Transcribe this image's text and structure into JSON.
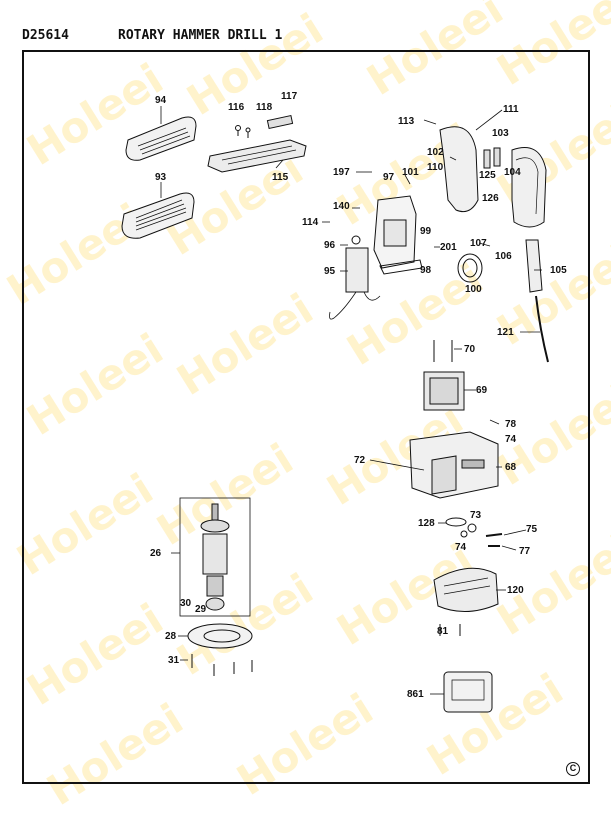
{
  "header": {
    "model": "D25614",
    "title": "ROTARY HAMMER DRILL 1"
  },
  "watermark": "Holeei",
  "copyright": "C",
  "colors": {
    "ink": "#111111",
    "watermark": "#fff1c4"
  },
  "parts": {
    "p94": "94",
    "p93": "93",
    "p116": "116",
    "p118": "118",
    "p117": "117",
    "p115": "115",
    "p113": "113",
    "p111": "111",
    "p103": "103",
    "p102": "102",
    "p110": "110",
    "p101": "101",
    "p125": "125",
    "p104": "104",
    "p126": "126",
    "p197": "197",
    "p97": "97",
    "p140": "140",
    "p114": "114",
    "p99": "99",
    "p96": "96",
    "p201": "201",
    "p107": "107",
    "p106": "106",
    "p95": "95",
    "p98": "98",
    "p100": "100",
    "p105": "105",
    "p121": "121",
    "p70": "70",
    "p69": "69",
    "p78": "78",
    "p74a": "74",
    "p72": "72",
    "p68": "68",
    "p26": "26",
    "p128": "128",
    "p73": "73",
    "p75": "75",
    "p74b": "74",
    "p77": "77",
    "p120": "120",
    "p30": "30",
    "p29": "29",
    "p28": "28",
    "p81": "81",
    "p31": "31",
    "p861": "861"
  }
}
